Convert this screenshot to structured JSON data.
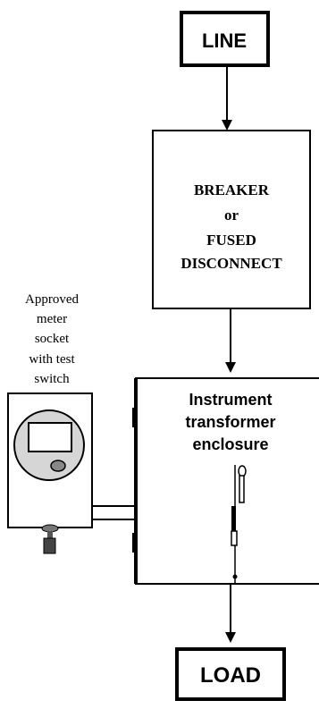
{
  "line_box": {
    "label": "LINE"
  },
  "breaker_box": {
    "lines": [
      "BREAKER",
      "or",
      "FUSED",
      "DISCONNECT"
    ]
  },
  "meter_socket": {
    "caption_lines": [
      "Approved",
      "meter",
      "socket",
      "with test",
      "switch"
    ]
  },
  "instrument_enclosure": {
    "lines": [
      "Instrument",
      "transformer",
      "enclosure"
    ]
  },
  "load_box": {
    "label": "LOAD"
  },
  "colors": {
    "stroke": "#000000",
    "meter_face": "#d6d6d6",
    "background": "#ffffff"
  }
}
